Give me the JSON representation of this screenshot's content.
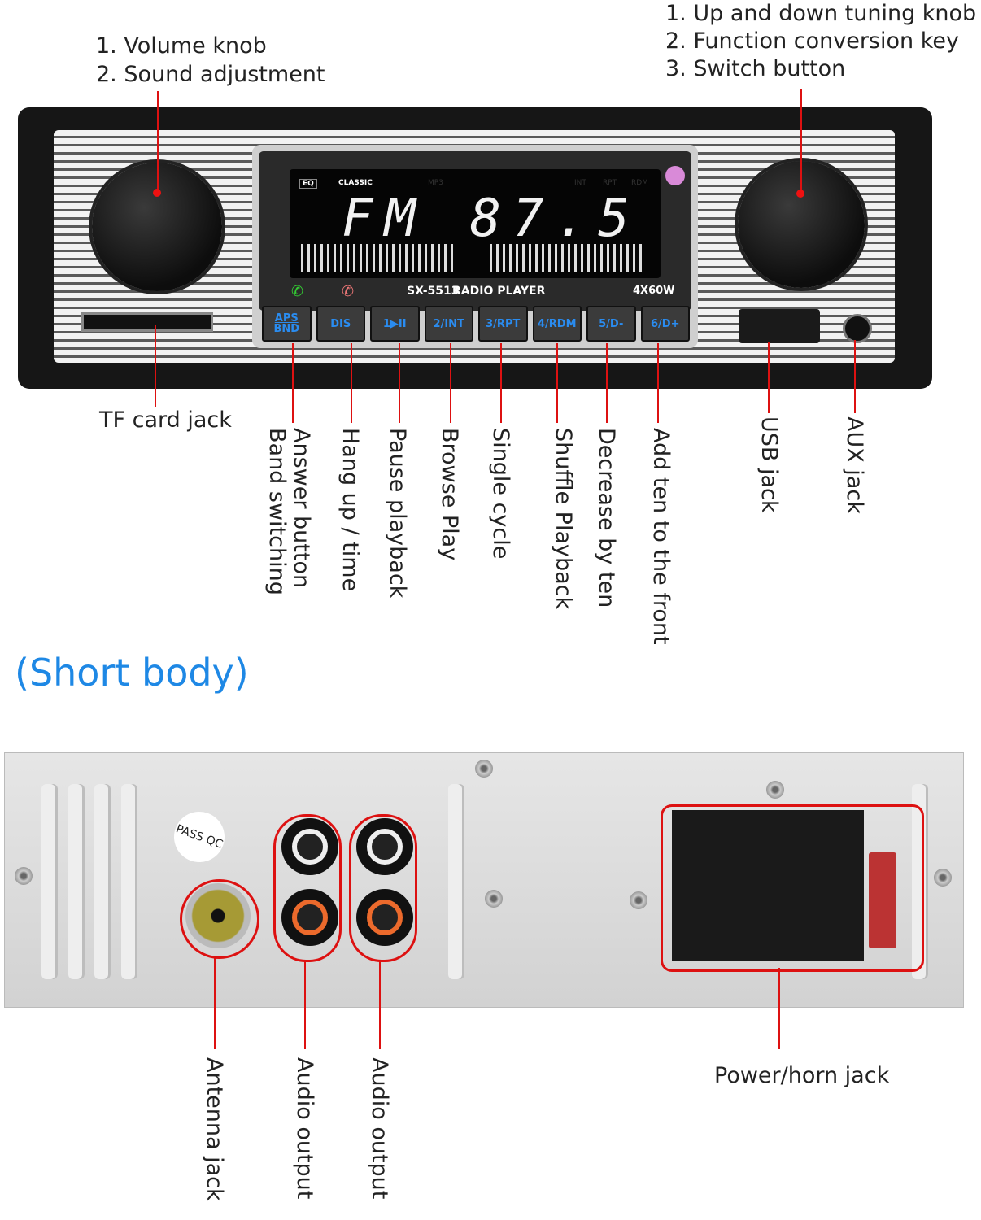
{
  "top_left_callout": [
    "1. Volume knob",
    "2. Sound adjustment"
  ],
  "top_right_callout": [
    "1. Up and down tuning knob",
    "2. Function conversion key",
    "3. Switch button"
  ],
  "display": {
    "eq": "EQ",
    "eq_mode": "CLASSIC",
    "mp3": "MP3",
    "indicators": [
      "INT",
      "RPT",
      "RDM"
    ],
    "frequency": "FM 87.5",
    "model": "SX-5513",
    "product": "RADIO PLAYER",
    "power": "4X60W"
  },
  "buttons": [
    "APS BND",
    "DIS",
    "1▶II",
    "2/INT",
    "3/RPT",
    "4/RDM",
    "5/D-",
    "6/D+"
  ],
  "front_labels": {
    "tf": "TF card jack",
    "answer": "Answer button",
    "band": "Band switching",
    "hangup": "Hang up / time",
    "pause": "Pause playback",
    "browse": "Browse Play",
    "single": "Single cycle",
    "shuffle": "Shuffle Playback",
    "decrease": "Decrease by ten",
    "add": "Add ten to the front",
    "usb": "USB jack",
    "aux": "AUX jack"
  },
  "section_title": "(Short body)",
  "back": {
    "sticker": "PASS QC",
    "antenna": "Antenna jack",
    "audio1": "Audio output",
    "audio2": "Audio output",
    "power": "Power/horn jack"
  },
  "colors": {
    "callout": "#dd1111",
    "title": "#1e88e5",
    "button_text": "#2a8cf0"
  }
}
